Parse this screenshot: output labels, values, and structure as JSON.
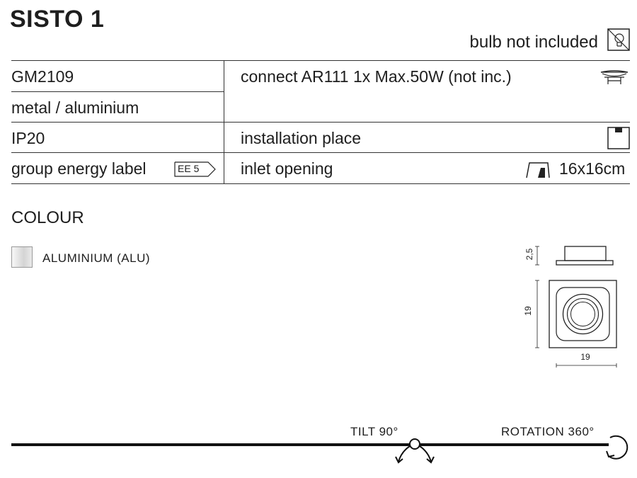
{
  "header": {
    "title": "SISTO 1",
    "bulb_note": "bulb not included"
  },
  "specs": {
    "code": "GM2109",
    "material": "metal / aluminium",
    "ip": "IP20",
    "energy_label": "group energy label",
    "energy_badge": "EE 5",
    "connect": "connect AR111 1x Max.50W (not inc.)",
    "installation": "installation place",
    "inlet": "inlet opening",
    "inlet_size": "16x16cm"
  },
  "colour": {
    "title": "COLOUR",
    "items": [
      {
        "label": "ALUMINIUM (ALU)",
        "swatch": "#d9d9d9"
      }
    ]
  },
  "dimensions": {
    "height": "2,5",
    "depth": "19",
    "width": "19"
  },
  "motion": {
    "tilt": "TILT 90°",
    "rotation": "ROTATION 360°"
  },
  "icons": [
    "bulb-crossed-icon",
    "ar111-lamp-icon",
    "ceiling-install-icon",
    "inlet-opening-icon",
    "tilt-icon",
    "rotation-icon"
  ]
}
